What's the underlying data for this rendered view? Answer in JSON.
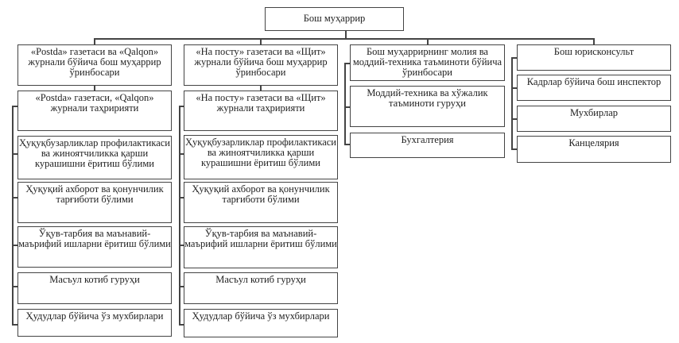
{
  "root": "Бош муҳаррир",
  "columns": [
    {
      "head": "«Postda» газетаси ва «Qalqon» журнали бўйича бош муҳаррир ўринбосари",
      "units": [
        "«Postda» газетаси, «Qalqon» журнали таҳририяти",
        "Ҳуқуқбузарликлар профилактикаси ва жиноятчиликка қарши курашишни ёритиш бўлими",
        "Ҳуқуқий ахборот ва қонунчилик тарғиботи бўлими",
        "Ўқув-тарбия ва маънавий-маърифий ишларни ёритиш бўлими",
        "Масъул котиб гуруҳи",
        "Ҳудудлар бўйича ўз мухбирлари"
      ]
    },
    {
      "head": "«На посту» газетаси ва «Щит» журнали бўйича бош муҳаррир ўринбосари",
      "units": [
        "«На посту» газетаси ва «Щит» журнали таҳририяти",
        "Ҳуқуқбузарликлар профилактикаси ва жиноятчиликка қарши курашишни ёритиш бўлими",
        "Ҳуқуқий ахборот ва қонунчилик тарғиботи бўлими",
        "Ўқув-тарбия ва маънавий-маърифий ишларни ёритиш бўлими",
        "Масъул котиб гуруҳи",
        "Ҳудудлар бўйича ўз мухбирлари"
      ]
    },
    {
      "head": "Бош муҳаррирнинг молия ва моддий-техника таъминоти бўйича ўринбосари",
      "units": [
        "Моддий-техника ва хўжалик таъминоти гуруҳи",
        "Бухгалтерия"
      ]
    },
    {
      "head": "Бош юрисконсульт",
      "units": [
        "Кадрлар бўйича бош инспектор",
        "Мухбирлар",
        "Канцелярия"
      ]
    }
  ]
}
